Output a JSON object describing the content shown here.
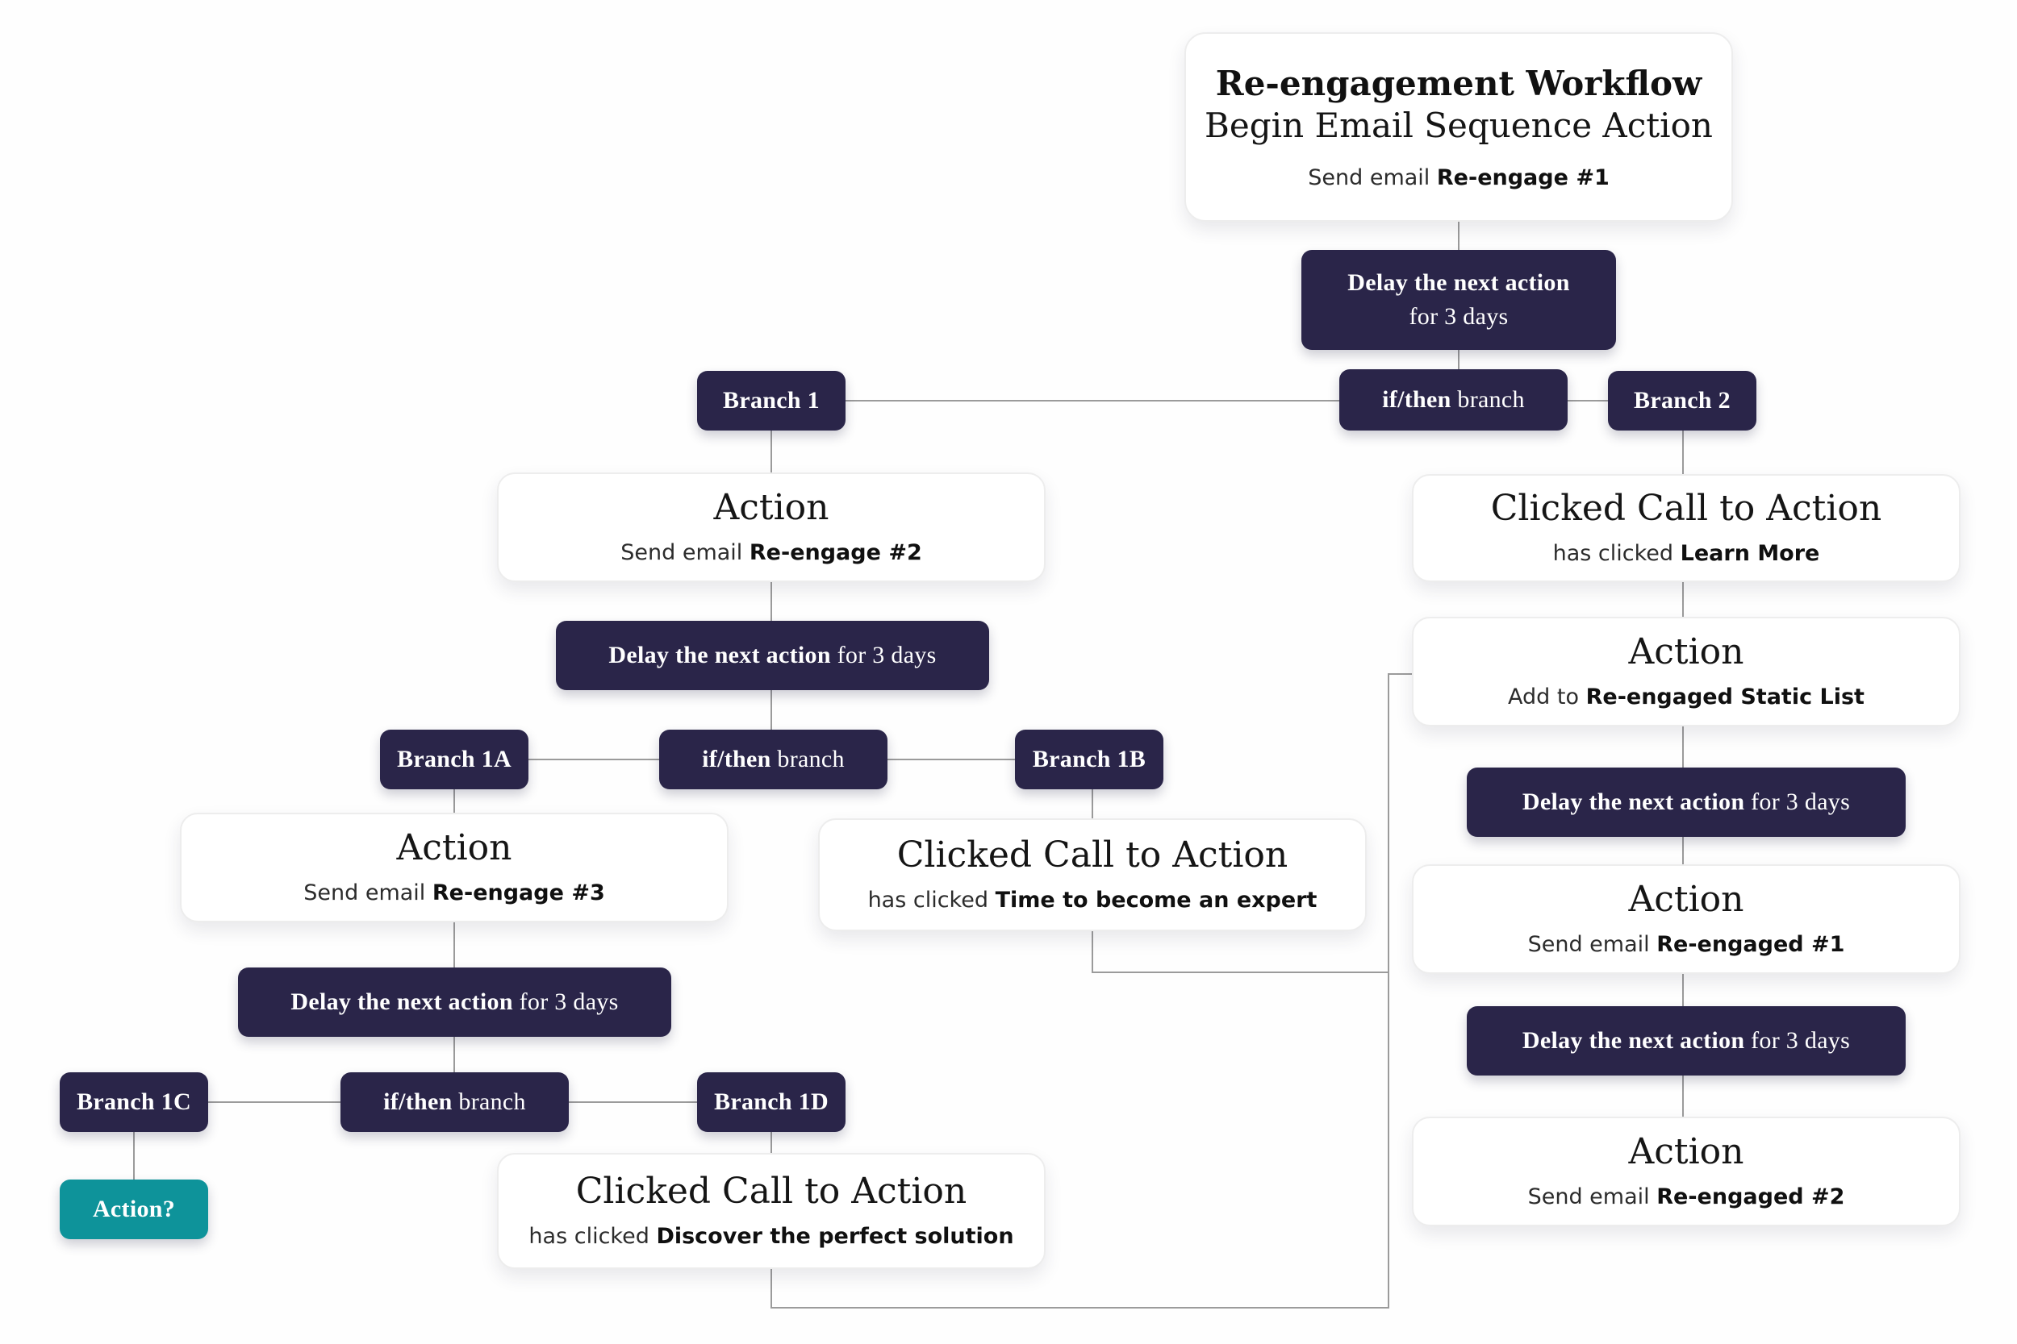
{
  "colors": {
    "navy": "#2a2549",
    "teal": "#0e939a",
    "line": "#9b9b9b",
    "card_bg": "#ffffff",
    "card_border": "#ededed",
    "text": "#141414"
  },
  "nodes": {
    "start": {
      "title": "Re-engagement Workflow",
      "subtitle": "Begin Email Sequence Action",
      "body_prefix": "Send email ",
      "body_bold": "Re-engage #1"
    },
    "delay_top": {
      "line1": "Delay the next action",
      "line2": "for 3 days"
    },
    "ifthen_1": {
      "bold": "if/then",
      "rest": " branch"
    },
    "branch_1": {
      "label": "Branch 1"
    },
    "branch_2": {
      "label": "Branch 2"
    },
    "action_reengage_2": {
      "title": "Action",
      "body_prefix": "Send email ",
      "body_bold": "Re-engage #2"
    },
    "delay_1": {
      "bold": "Delay the next action",
      "rest": " for 3 days"
    },
    "branch_1a": {
      "label": "Branch 1A"
    },
    "ifthen_2": {
      "bold": "if/then",
      "rest": " branch"
    },
    "branch_1b": {
      "label": "Branch 1B"
    },
    "action_reengage_3": {
      "title": "Action",
      "body_prefix": "Send email ",
      "body_bold": "Re-engage #3"
    },
    "cta_expert": {
      "title": "Clicked Call to Action",
      "body_prefix": "has clicked ",
      "body_bold": "Time to become an expert"
    },
    "delay_2": {
      "bold": "Delay the next action",
      "rest": " for 3 days"
    },
    "branch_1c": {
      "label": "Branch 1C"
    },
    "ifthen_3": {
      "bold": "if/then",
      "rest": " branch"
    },
    "branch_1d": {
      "label": "Branch 1D"
    },
    "action_question": {
      "label": "Action?"
    },
    "cta_discover": {
      "title": "Clicked Call to Action",
      "body_prefix": "has clicked ",
      "body_bold": "Discover the perfect solution"
    },
    "cta_learn_more": {
      "title": "Clicked Call to Action",
      "body_prefix": "has clicked ",
      "body_bold": "Learn More"
    },
    "action_add_list": {
      "title": "Action",
      "body_prefix": "Add to ",
      "body_bold": "Re-engaged Static List"
    },
    "delay_r1": {
      "bold": "Delay the next action",
      "rest": " for 3 days"
    },
    "action_reengaged_1": {
      "title": "Action",
      "body_prefix": "Send email ",
      "body_bold": "Re-engaged #1"
    },
    "delay_r2": {
      "bold": "Delay the next action",
      "rest": " for 3 days"
    },
    "action_reengaged_2": {
      "title": "Action",
      "body_prefix": "Send email ",
      "body_bold": "Re-engaged #2"
    }
  }
}
